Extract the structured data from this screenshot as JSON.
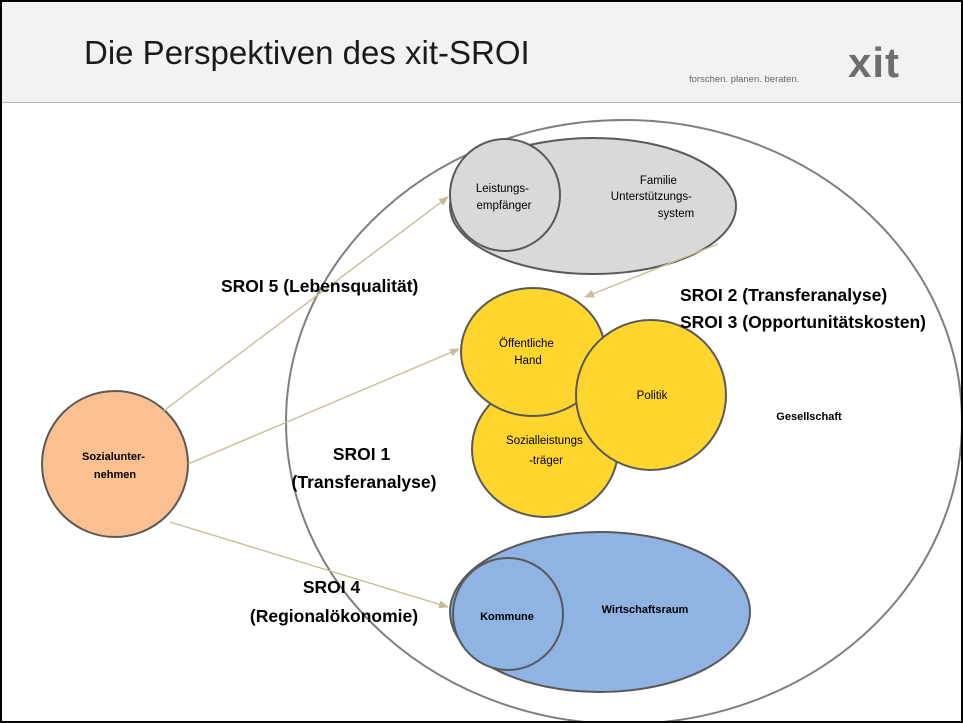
{
  "header": {
    "title": "Die Perspektiven des xit-SROI",
    "tagline": "forschen. planen. beraten.",
    "logo": "xit"
  },
  "nodes": {
    "sozialunternehmen": [
      "Sozialunter-",
      "nehmen"
    ],
    "leistungsempfaenger": [
      "Leistungs-",
      "empfänger"
    ],
    "familie": [
      "Familie",
      "Unterstützungs-",
      "system"
    ],
    "oeffentliche_hand": [
      "Öffentliche",
      "Hand"
    ],
    "politik": "Politik",
    "sozialleistungstraeger": [
      "Sozialleistungs",
      "-träger"
    ],
    "gesellschaft": "Gesellschaft",
    "kommune": "Kommune",
    "wirtschaftsraum": "Wirtschaftsraum"
  },
  "sroi_labels": {
    "sroi5": "SROI 5 (Lebensqualität)",
    "sroi2": "SROI 2 (Transferanalyse)",
    "sroi3": "SROI 3 (Opportunitätskosten)",
    "sroi1": [
      "SROI 1",
      "(Transferanalyse)"
    ],
    "sroi4": [
      "SROI 4",
      "(Regionalökonomie)"
    ]
  },
  "colors": {
    "orange_fill": "#fac090",
    "yellow_fill": "#ffd52e",
    "gray_fill": "#d9d9d9",
    "blue_fill": "#8fb4e3",
    "circle_stroke": "#7f7f7f",
    "arrow_color": "#c8bc96",
    "header_bg": "#f2f2f2"
  }
}
